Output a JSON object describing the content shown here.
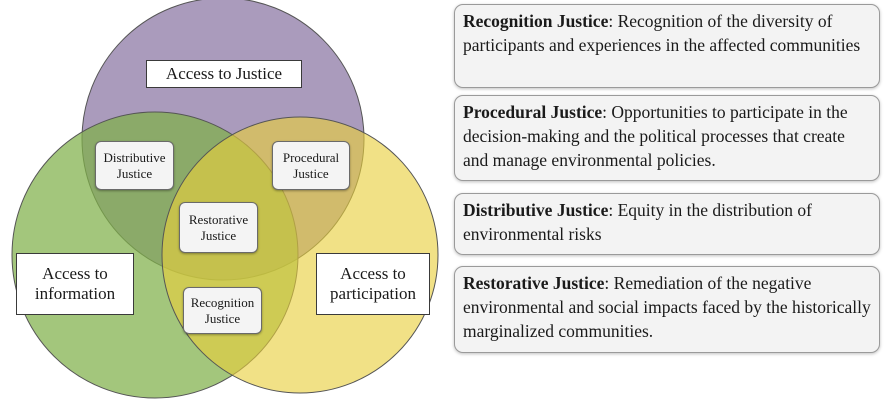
{
  "venn": {
    "top_label": "Access to Justice",
    "left_label": "Access to\ninformation",
    "right_label": "Access to\nparticipation",
    "overlap_labels": {
      "distributive": "Distributive\nJustice",
      "procedural": "Procedural\nJustice",
      "restorative": "Restorative\nJustice",
      "recognition": "Recognition\nJustice"
    },
    "colors": {
      "top": "#8e7aa6",
      "left": "#7fb04a",
      "right": "#e8cf3c"
    }
  },
  "descriptions": [
    {
      "term": "Recognition Justice",
      "text": ": Recognition of the diversity of participants and experiences in the affected communities"
    },
    {
      "term": "Procedural Justice",
      "text": ": Opportunities to participate in the decision-making and the political processes that create and manage environmental policies."
    },
    {
      "term": "Distributive Justice",
      "text": ": Equity in the distribution of environmental risks"
    },
    {
      "term": "Restorative Justice",
      "text": ": Remediation of the negative environmental and social impacts faced by the historically marginalized communities."
    }
  ]
}
